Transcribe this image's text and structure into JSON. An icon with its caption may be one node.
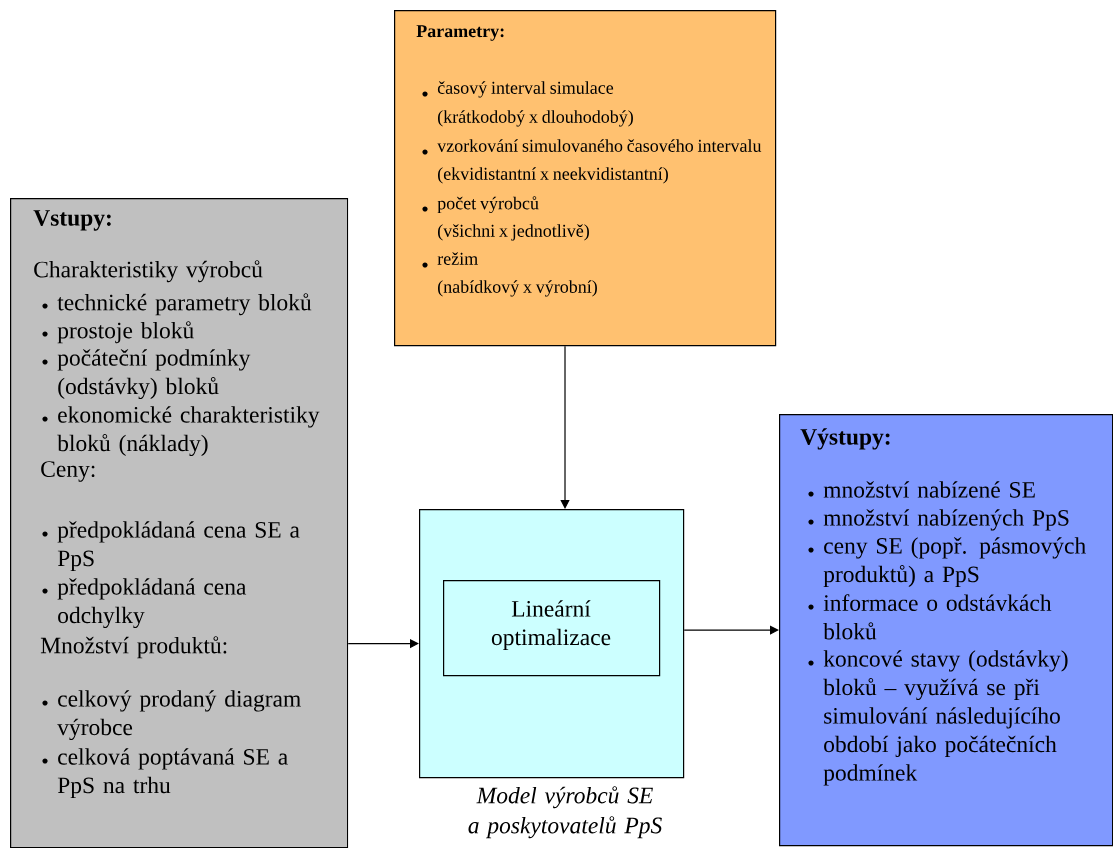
{
  "diagram": {
    "nodes": [
      {
        "text": [
          "Vstupy:",
          "Charakteristiky výrobců",
          "technické parametry bloků",
          "prostoje bloků",
          "počáteční podmínky (odstávky) bloků",
          "ekonomické charakteristiky bloků (náklady)",
          "Ceny:",
          "předpokládaná cena SE a PpS",
          "předpokládaná cena odchylky",
          "Množství produktů:",
          "celkový prodaný diagram výrobce",
          "celková poptávaná SE a PpS na trhu"
        ]
      },
      {
        "text": [
          "Parametry:",
          "časový interval simulace",
          "(krátkodobý x dlouhodobý)",
          "vzorkování simulovaného časového intervalu",
          "(ekvidistantní x neekvidistantní)",
          "počet výrobců",
          "(všichni x jednotlivě)",
          "režim",
          "(nabídkový x výrobní)"
        ]
      },
      {
        "text": [],
        "shape": "box",
        "beside": [
          "Model výrobců SE a poskytovatelů PpS"
        ]
      },
      {
        "text": [
          "Lineární optimalizace"
        ],
        "in": 2
      },
      {
        "text": [
          "Výstupy:",
          "množství nabízené SE",
          "množství nabízených PpS",
          "ceny SE (popř. pásmových produktů) a PpS",
          "informace o odstávkách bloků",
          "koncové stavy (odstávky) bloků – využívá se při simulování následujícího období jako počátečních podmínek"
        ]
      }
    ],
    "edges": [
      {
        "from": 0,
        "to": 2,
        "arrow": "to"
      },
      {
        "from": 1,
        "to": 2,
        "arrow": "to"
      },
      {
        "from": 2,
        "to": 4,
        "arrow": "to"
      }
    ]
  }
}
